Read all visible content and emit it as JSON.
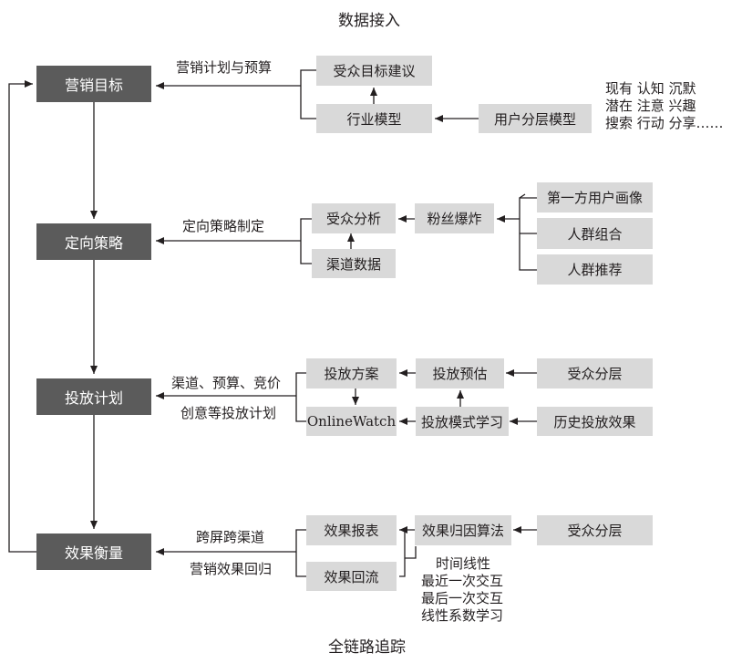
{
  "top_title": "数据接入",
  "bottom_title": "全链路追踪",
  "stages": {
    "goal": "营销目标",
    "strategy": "定向策略",
    "plan": "投放计划",
    "measure": "效果衡量"
  },
  "row1": {
    "edge_label": "营销计划与预算",
    "audience_suggest": "受众目标建议",
    "industry_model": "行业模型",
    "user_layer_model": "用户分层模型",
    "note_lines": [
      "现有 认知 沉默",
      "潜在 注意 兴趣",
      "搜索 行动 分享……"
    ]
  },
  "row2": {
    "edge_label": "定向策略制定",
    "audience_analysis": "受众分析",
    "channel_data": "渠道数据",
    "fans_boom": "粉丝爆炸",
    "sources": [
      "第一方用户画像",
      "人群组合",
      "人群推荐"
    ]
  },
  "row3": {
    "edge_label_1": "渠道、预算、竞价",
    "edge_label_2": "创意等投放计划",
    "plan_scheme": "投放方案",
    "online_watch": "OnlineWatch",
    "estimate": "投放预估",
    "mode_learning": "投放模式学习",
    "audience_layer": "受众分层",
    "history_effect": "历史投放效果"
  },
  "row4": {
    "edge_label_1": "跨屏跨渠道",
    "edge_label_2": "营销效果回归",
    "report": "效果报表",
    "backflow": "效果回流",
    "attribution": "效果归因算法",
    "audience_layer": "受众分层",
    "note_lines": [
      "时间线性",
      "最近一次交互",
      "最后一次交互",
      "线性系数学习"
    ]
  }
}
